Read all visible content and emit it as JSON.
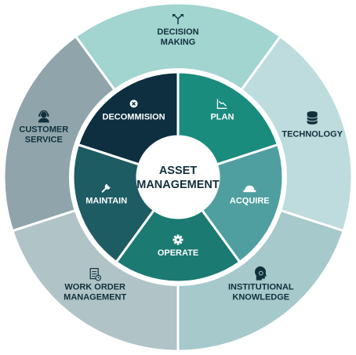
{
  "center": {
    "line1": "ASSET",
    "line2": "MANAGEMENT"
  },
  "inner_ring": [
    {
      "label": "DECOMMISION",
      "icon": "close-circle-icon",
      "color": "#0d2f3f",
      "text_color": "#ffffff"
    },
    {
      "label": "PLAN",
      "icon": "chart-icon",
      "color": "#1a8c7e",
      "text_color": "#ffffff"
    },
    {
      "label": "ACQUIRE",
      "icon": "hard-hat-icon",
      "color": "#4f9fa0",
      "text_color": "#ffffff"
    },
    {
      "label": "OPERATE",
      "icon": "gear-icon",
      "color": "#1b7a72",
      "text_color": "#ffffff"
    },
    {
      "label": "MAINTAIN",
      "icon": "wrench-icon",
      "color": "#1e5c64",
      "text_color": "#ffffff"
    }
  ],
  "outer_ring": [
    {
      "line1": "DECISION",
      "line2": "MAKING",
      "icon": "split-arrows-icon",
      "color": "#a2d4d0",
      "text_color": "#12303c"
    },
    {
      "line1": "TECHNOLOGY",
      "line2": "",
      "icon": "database-icon",
      "color": "#bedcdd",
      "text_color": "#12303c"
    },
    {
      "line1": "INSTITUTIONAL",
      "line2": "KNOWLEDGE",
      "icon": "brain-head-icon",
      "color": "#a6c9cb",
      "text_color": "#12303c"
    },
    {
      "line1": "WORK ORDER",
      "line2": "MANAGEMENT",
      "icon": "clipboard-clock-icon",
      "color": "#b0c3c6",
      "text_color": "#12303c"
    },
    {
      "line1": "CUSTOMER",
      "line2": "SERVICE",
      "icon": "headset-icon",
      "color": "#8fa5ab",
      "text_color": "#12303c"
    }
  ]
}
